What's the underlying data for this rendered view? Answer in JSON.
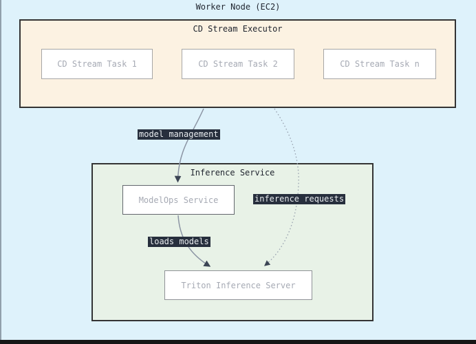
{
  "diagram": {
    "worker_node_label": "Worker Node (EC2)",
    "executor": {
      "title": "CD Stream Executor",
      "tasks": [
        "CD Stream Task 1",
        "CD Stream Task 2",
        "CD Stream Task n"
      ]
    },
    "inference_service": {
      "title": "Inference Service",
      "modelops_label": "ModelOps Service",
      "triton_label": "Triton Inference Server"
    },
    "edge_labels": {
      "model_management": "model management",
      "inference_requests": "inference requests",
      "loads_models": "loads models"
    },
    "colors": {
      "canvas_background": "#def2fb",
      "executor_fill": "#fcf2e2",
      "service_fill": "#e8f2e7",
      "node_fill": "#ffffff",
      "cluster_border": "#333333",
      "node_border_gray": "#a6a6a6",
      "node_text": "#a6aab4",
      "title_text": "#1f242e",
      "edge_label_background": "#272f3d",
      "edge_label_text": "#e9ecef",
      "edge_stroke": "#8b94a3",
      "arrowhead_fill": "#3b4454",
      "bottom_bar": "#161616",
      "left_edge_line": "#91a0ab"
    }
  }
}
